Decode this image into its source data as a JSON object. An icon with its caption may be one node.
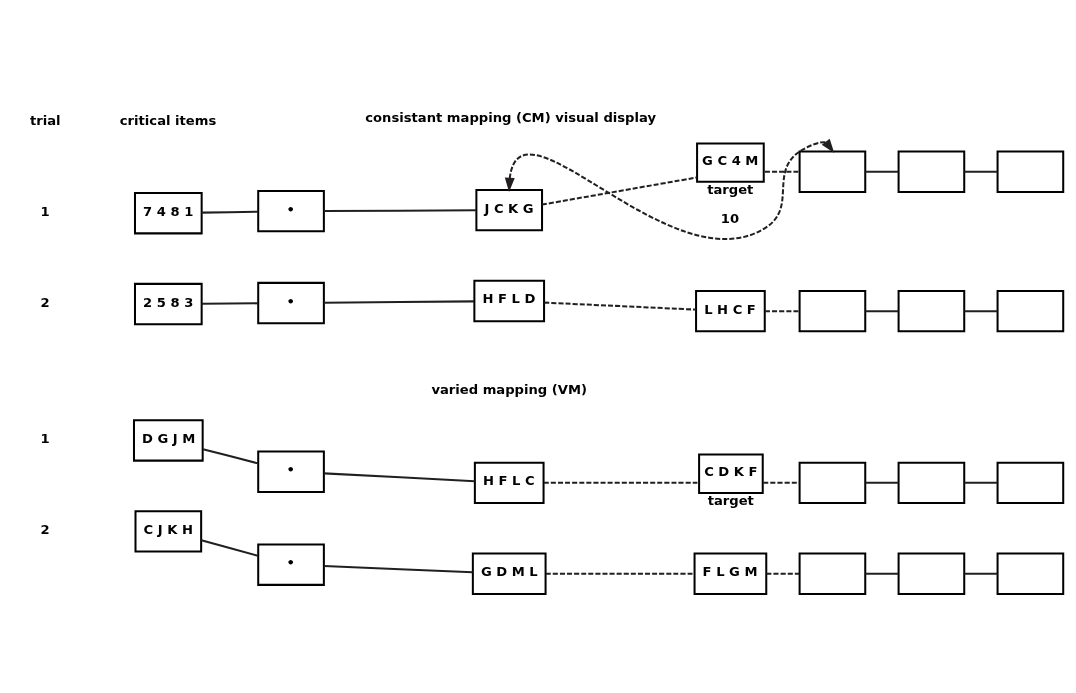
{
  "diagram": {
    "nodes": [
      {
        "text": [
          "7 4 8 1"
        ]
      },
      {
        "text": [
          "•"
        ]
      },
      {
        "text": [
          "J C K G"
        ]
      },
      {
        "text": [
          "G C 4 M"
        ],
        "beside": [
          "target"
        ]
      },
      {
        "text": [],
        "shape": "box"
      },
      {
        "text": [],
        "shape": "box"
      },
      {
        "text": [],
        "shape": "box"
      },
      {
        "text": [
          "2 5 8 3"
        ]
      },
      {
        "text": [
          "•"
        ]
      },
      {
        "text": [
          "H F L D"
        ]
      },
      {
        "text": [
          "L H C F"
        ]
      },
      {
        "text": [],
        "shape": "box"
      },
      {
        "text": [],
        "shape": "box"
      },
      {
        "text": [],
        "shape": "box"
      },
      {
        "text": [
          "D G J M"
        ]
      },
      {
        "text": [
          "•"
        ]
      },
      {
        "text": [
          "H F L C"
        ]
      },
      {
        "text": [
          "C D K F"
        ],
        "beside": [
          "target"
        ]
      },
      {
        "text": [],
        "shape": "box"
      },
      {
        "text": [],
        "shape": "box"
      },
      {
        "text": [],
        "shape": "box"
      },
      {
        "text": [
          "C J K H"
        ]
      },
      {
        "text": [
          "•"
        ]
      },
      {
        "text": [
          "G D M L"
        ]
      },
      {
        "text": [
          "F L G M"
        ]
      },
      {
        "text": [],
        "shape": "box"
      },
      {
        "text": [],
        "shape": "box"
      },
      {
        "text": [],
        "shape": "box"
      }
    ],
    "edges": [
      {
        "from": 2,
        "to": 4,
        "arrow": "both",
        "style": "dashed",
        "label": "10"
      },
      {
        "from": 0,
        "to": 1,
        "arrow": "none"
      },
      {
        "from": 1,
        "to": 2,
        "arrow": "none"
      },
      {
        "from": 2,
        "to": 3,
        "arrow": "none",
        "style": "dashed"
      },
      {
        "from": 3,
        "to": 4,
        "arrow": "none",
        "style": "dashed"
      },
      {
        "from": 4,
        "to": 5,
        "arrow": "none"
      },
      {
        "from": 5,
        "to": 6,
        "arrow": "none"
      },
      {
        "from": 7,
        "to": 8,
        "arrow": "none"
      },
      {
        "from": 8,
        "to": 9,
        "arrow": "none"
      },
      {
        "from": 9,
        "to": 10,
        "arrow": "none",
        "style": "dashed"
      },
      {
        "from": 10,
        "to": 11,
        "arrow": "none",
        "style": "dashed"
      },
      {
        "from": 11,
        "to": 12,
        "arrow": "none"
      },
      {
        "from": 12,
        "to": 13,
        "arrow": "none"
      },
      {
        "from": 14,
        "to": 15,
        "arrow": "none"
      },
      {
        "from": 15,
        "to": 16,
        "arrow": "none"
      },
      {
        "from": 16,
        "to": 17,
        "arrow": "none",
        "style": "dashed"
      },
      {
        "from": 17,
        "to": 18,
        "arrow": "none",
        "style": "dashed"
      },
      {
        "from": 18,
        "to": 19,
        "arrow": "none"
      },
      {
        "from": 19,
        "to": 20,
        "arrow": "none"
      },
      {
        "from": 21,
        "to": 22,
        "arrow": "none"
      },
      {
        "from": 22,
        "to": 23,
        "arrow": "none"
      },
      {
        "from": 23,
        "to": 24,
        "arrow": "none",
        "style": "dashed"
      },
      {
        "from": 24,
        "to": 25,
        "arrow": "none",
        "style": "dashed"
      },
      {
        "from": 25,
        "to": 26,
        "arrow": "none"
      },
      {
        "from": 26,
        "to": 27,
        "arrow": "none"
      }
    ],
    "labels": [
      "trial",
      "critical items",
      "consistant mapping (CM) visual display",
      "1",
      "2",
      "varied mapping (VM)",
      "1",
      "2"
    ]
  }
}
